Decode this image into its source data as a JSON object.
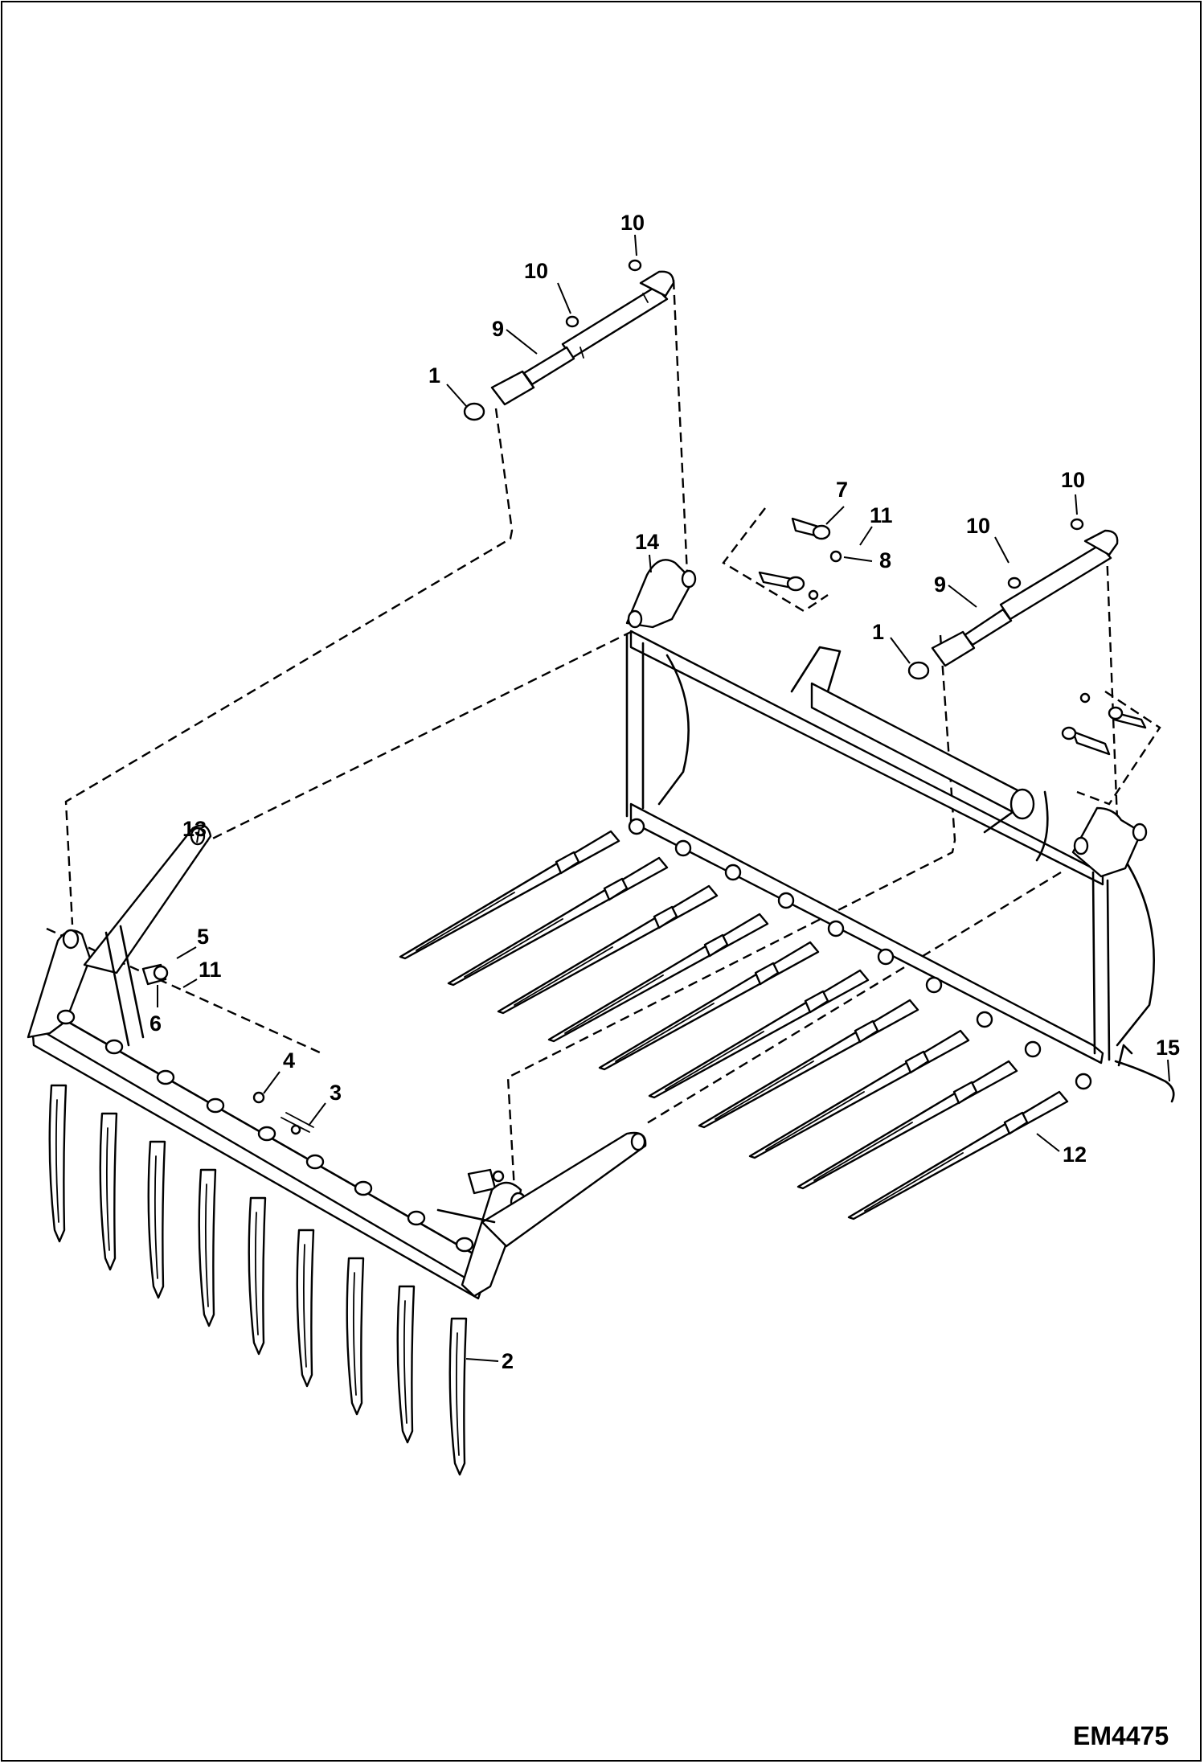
{
  "drawing_code": "EM4475",
  "callouts": [
    {
      "text": "10"
    },
    {
      "text": "10"
    },
    {
      "text": "9"
    },
    {
      "text": "1"
    },
    {
      "text": "7"
    },
    {
      "text": "11"
    },
    {
      "text": "8"
    },
    {
      "text": "14"
    },
    {
      "text": "10"
    },
    {
      "text": "10"
    },
    {
      "text": "9"
    },
    {
      "text": "1"
    },
    {
      "text": "13"
    },
    {
      "text": "5"
    },
    {
      "text": "11"
    },
    {
      "text": "6"
    },
    {
      "text": "4"
    },
    {
      "text": "3"
    },
    {
      "text": "15"
    },
    {
      "text": "12"
    },
    {
      "text": "2"
    }
  ]
}
